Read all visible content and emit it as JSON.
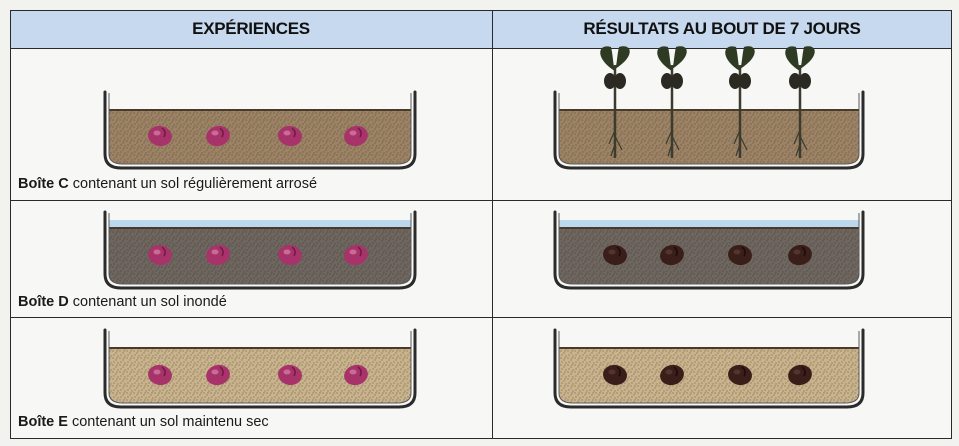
{
  "headers": {
    "experiences": "EXPÉRIENCES",
    "results": "RÉSULTATS AU BOUT DE 7 JOURS"
  },
  "rows": [
    {
      "box": "Boîte C",
      "description": "contenant un sol régulièrement arrosé",
      "soil": "moist",
      "result": "germinated"
    },
    {
      "box": "Boîte D",
      "description": "contenant un sol inondé",
      "soil": "flooded",
      "result": "rotten"
    },
    {
      "box": "Boîte E",
      "description": "contenant un sol maintenu sec",
      "soil": "dry",
      "result": "dormant"
    }
  ],
  "colors": {
    "header_bg": "#c7d9ee",
    "seed_pink": "#a8336a",
    "seed_dark": "#3a1e1a",
    "soil_moist": "#9c8366",
    "soil_flooded": "#6e6660",
    "soil_dry": "#c8b38c",
    "water": "#bcd8ec"
  }
}
